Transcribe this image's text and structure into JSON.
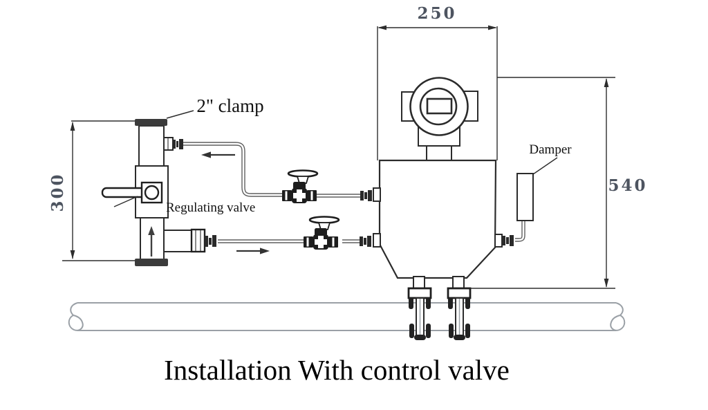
{
  "page": {
    "title": "Installation With control valve",
    "background": "#ffffff"
  },
  "labels": {
    "clamp_size": "2\" clamp",
    "regulating_valve": "Regulating valve",
    "damper": "Damper"
  },
  "dimensions": {
    "top_width": "250",
    "right_height": "540",
    "left_height": "300"
  },
  "colors": {
    "line_dark": "#2b2b2b",
    "dimension_text": "#4d5460",
    "pipe_gray": "#9aa0a6",
    "fitting_dark": "#2a2a2a"
  }
}
